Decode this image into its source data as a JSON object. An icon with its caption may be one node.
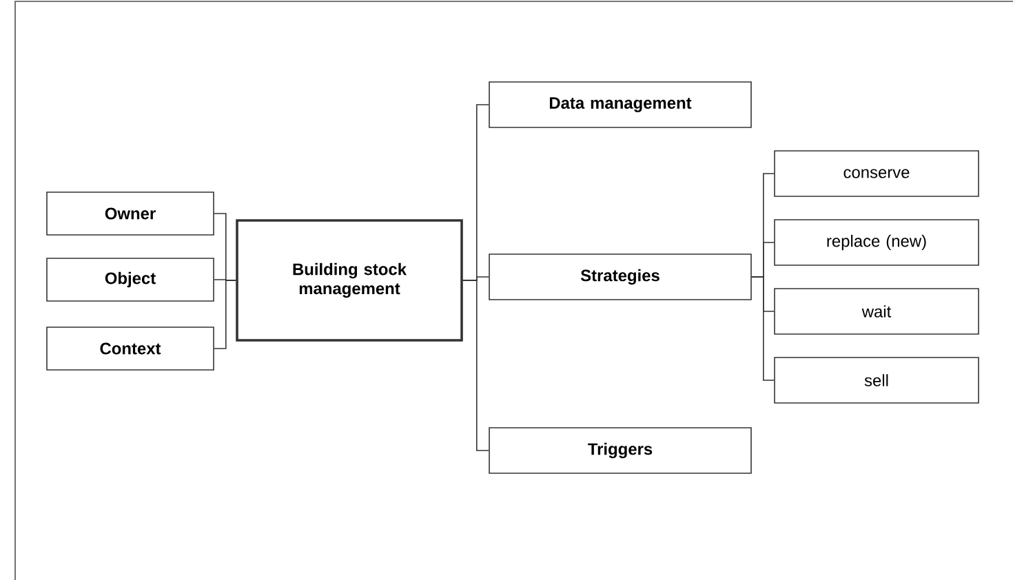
{
  "diagram": {
    "nodes": [
      {
        "text": [
          "Owner"
        ]
      },
      {
        "text": [
          "Object"
        ]
      },
      {
        "text": [
          "Context"
        ]
      },
      {
        "text": [
          "Building stock management"
        ]
      },
      {
        "text": [
          "Data management"
        ]
      },
      {
        "text": [
          "Strategies"
        ]
      },
      {
        "text": [
          "Triggers"
        ]
      },
      {
        "text": [
          "conserve"
        ]
      },
      {
        "text": [
          "replace (new)"
        ]
      },
      {
        "text": [
          "wait"
        ]
      },
      {
        "text": [
          "sell"
        ]
      }
    ],
    "edges": [
      {
        "from": 0,
        "to": 3,
        "arrow": "none"
      },
      {
        "from": 1,
        "to": 3,
        "arrow": "none"
      },
      {
        "from": 2,
        "to": 3,
        "arrow": "none"
      },
      {
        "from": 3,
        "to": 4,
        "arrow": "none"
      },
      {
        "from": 3,
        "to": 5,
        "arrow": "none"
      },
      {
        "from": 3,
        "to": 6,
        "arrow": "none"
      },
      {
        "from": 5,
        "to": 7,
        "arrow": "none"
      },
      {
        "from": 5,
        "to": 8,
        "arrow": "none"
      },
      {
        "from": 5,
        "to": 9,
        "arrow": "none"
      },
      {
        "from": 5,
        "to": 10,
        "arrow": "none"
      }
    ]
  }
}
